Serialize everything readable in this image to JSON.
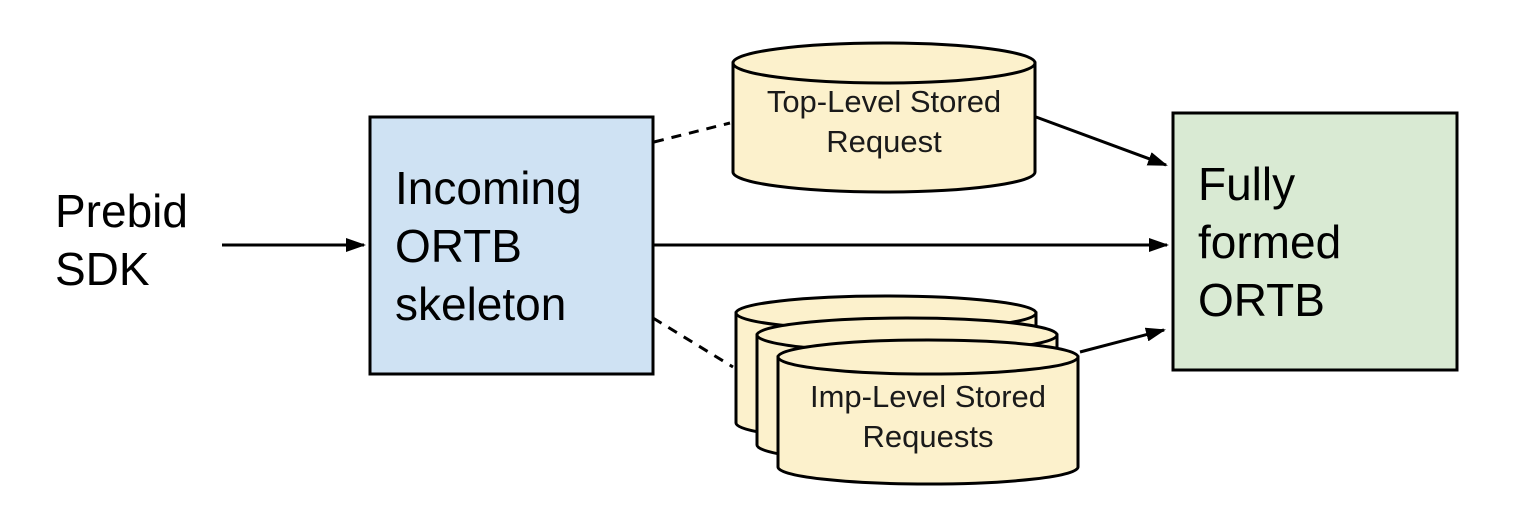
{
  "nodes": {
    "prebid_sdk": {
      "label": "Prebid\nSDK"
    },
    "incoming_ortb_skeleton": {
      "label": "Incoming\nORTB\nskeleton"
    },
    "top_level_stored_request": {
      "label": "Top-Level Stored\nRequest"
    },
    "imp_level_stored_requests": {
      "label": "Imp-Level Stored\nRequests"
    },
    "fully_formed_ortb": {
      "label": "Fully\nformed\nORTB"
    }
  },
  "edges": [
    {
      "from": "prebid_sdk",
      "to": "incoming_ortb_skeleton",
      "style": "solid-arrow"
    },
    {
      "from": "incoming_ortb_skeleton",
      "to": "top_level_stored_request",
      "style": "dashed-line"
    },
    {
      "from": "incoming_ortb_skeleton",
      "to": "fully_formed_ortb",
      "style": "solid-arrow"
    },
    {
      "from": "incoming_ortb_skeleton",
      "to": "imp_level_stored_requests",
      "style": "dashed-line"
    },
    {
      "from": "top_level_stored_request",
      "to": "fully_formed_ortb",
      "style": "solid-arrow"
    },
    {
      "from": "imp_level_stored_requests",
      "to": "fully_formed_ortb",
      "style": "solid-arrow"
    }
  ],
  "colors": {
    "incoming_box_fill": "#cfe2f3",
    "fully_formed_box_fill": "#d9ead3",
    "cylinder_fill": "#fcf1cc",
    "stroke": "#000000",
    "canvas_background": "#ffffff"
  }
}
